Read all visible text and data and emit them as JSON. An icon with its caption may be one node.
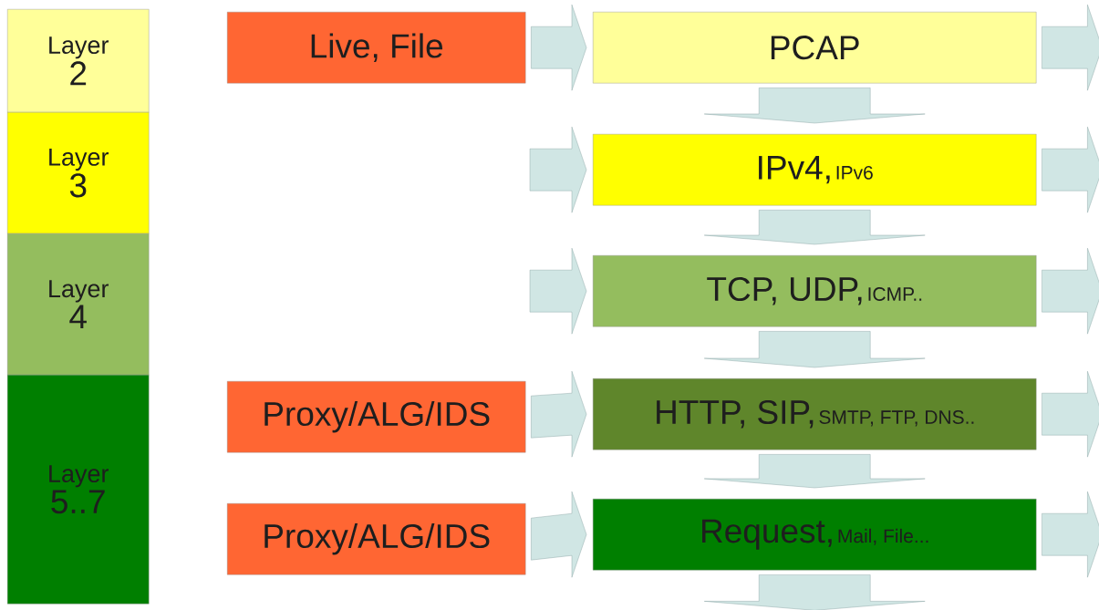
{
  "diagram": {
    "nodes": [
      {
        "text": [
          "Layer",
          "2"
        ]
      },
      {
        "text": [
          "Layer",
          "3"
        ]
      },
      {
        "text": [
          "Layer",
          "4"
        ]
      },
      {
        "text": [
          "Layer",
          "5..7"
        ]
      },
      {
        "text": [
          "Live, File"
        ]
      },
      {
        "text": [
          "Proxy/ALG/IDS"
        ]
      },
      {
        "text": [
          "Proxy/ALG/IDS"
        ]
      },
      {
        "text": [
          "PCAP"
        ]
      },
      {
        "text": [
          "IPv4,",
          "IPv6"
        ]
      },
      {
        "text": [
          "TCP, UDP,",
          "ICMP.."
        ]
      },
      {
        "text": [
          "HTTP, SIP,",
          "SMTP, FTP, DNS.."
        ]
      },
      {
        "text": [
          "Request,",
          "Mail, File..."
        ]
      }
    ],
    "edges": [
      {
        "from": 4,
        "to": 7,
        "arrow": "to"
      },
      {
        "from": null,
        "to": 8,
        "arrow": "to"
      },
      {
        "from": null,
        "to": 9,
        "arrow": "to"
      },
      {
        "from": 5,
        "to": 10,
        "arrow": "to"
      },
      {
        "from": 6,
        "to": 11,
        "arrow": "to"
      },
      {
        "from": 7,
        "to": null,
        "arrow": "to"
      },
      {
        "from": 8,
        "to": null,
        "arrow": "to"
      },
      {
        "from": 9,
        "to": null,
        "arrow": "to"
      },
      {
        "from": 10,
        "to": null,
        "arrow": "to"
      },
      {
        "from": 11,
        "to": null,
        "arrow": "to"
      },
      {
        "from": 7,
        "to": 8,
        "arrow": "to"
      },
      {
        "from": 8,
        "to": 9,
        "arrow": "to"
      },
      {
        "from": 9,
        "to": 10,
        "arrow": "to"
      },
      {
        "from": 10,
        "to": 11,
        "arrow": "to"
      },
      {
        "from": 11,
        "to": null,
        "arrow": "to"
      }
    ]
  }
}
